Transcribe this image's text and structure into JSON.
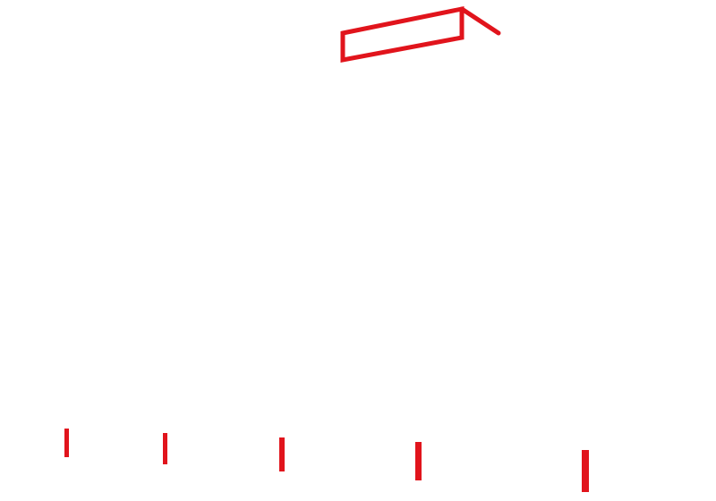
{
  "colors": {
    "background": "#ffffff",
    "stroke": "#e1141c"
  },
  "shapes": {
    "box": "red-outlined-box",
    "ticks": [
      "tick-mark",
      "tick-mark",
      "tick-mark",
      "tick-mark",
      "tick-mark"
    ]
  }
}
